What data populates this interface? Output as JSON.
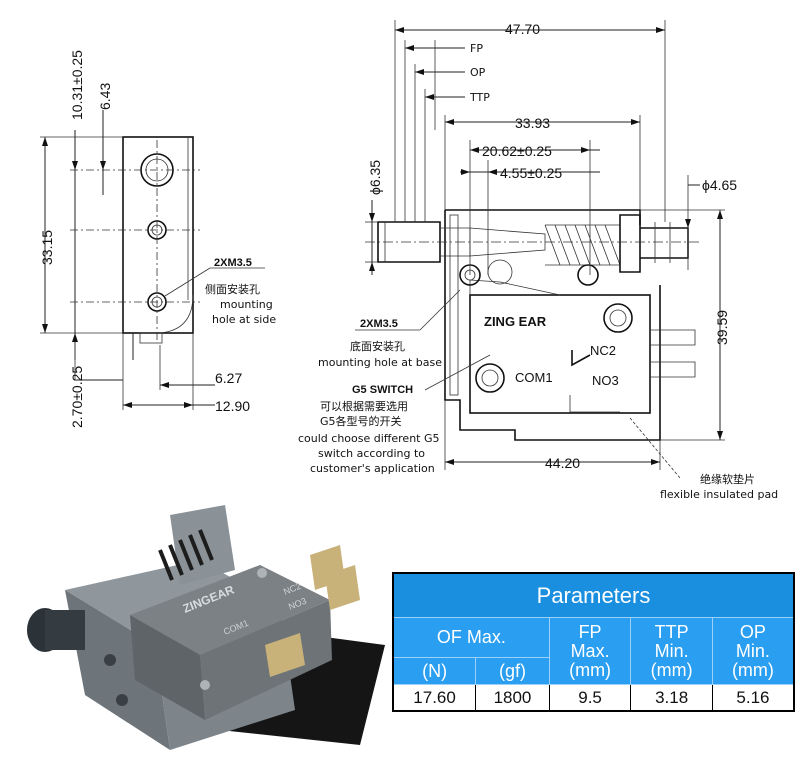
{
  "side_view": {
    "dim_top_total": "10.31±0.25",
    "dim_top_inner": "6.43",
    "dim_height": "33.15",
    "dim_bottom": "2.70±0.25",
    "dim_width_inner": "6.27",
    "dim_width_total": "12.90",
    "hole_label": "2XM3.5",
    "hole_label_cn": "侧面安装孔",
    "hole_label_en_1": "mounting",
    "hole_label_en_2": "hole at side"
  },
  "front_view": {
    "dim_total_length": "47.70",
    "fp": "FP",
    "op": "OP",
    "ttp": "TTP",
    "dim_33_93": "33.93",
    "dim_20_62": "20.62±0.25",
    "dim_4_55": "4.55±0.25",
    "dia_6_35": "ϕ6.35",
    "dia_4_65": "ϕ4.65",
    "dim_39_59": "39.59",
    "dim_44_20": "44.20",
    "brand": "ZING EAR",
    "nc": "NC2",
    "com": "COM1",
    "no": "NO3",
    "base_hole_label": "2XM3.5",
    "base_hole_cn": "底面安装孔",
    "base_hole_en": "mounting hole at base",
    "switch_label": "G5 SWITCH",
    "switch_note_cn_1": "可以根据需要选用",
    "switch_note_cn_2": "G5各型号的开关",
    "switch_note_en_1": "could choose different G5",
    "switch_note_en_2": "switch according to",
    "switch_note_en_3": "customer's application",
    "pad_cn": "绝缘软垫片",
    "pad_en": "flexible insulated pad"
  },
  "photo": {
    "brand": "ZINGEAR",
    "com": "COM1",
    "nc": "NC2",
    "no": "NO3"
  },
  "parameters": {
    "title": "Parameters",
    "of_max": "OF Max.",
    "fp": "FP",
    "fp_sub": "Max.",
    "ttp": "TTP",
    "ttp_sub": "Min.",
    "op": "OP",
    "op_sub": "Min.",
    "unit_n": "(N)",
    "unit_gf": "(gf)",
    "unit_mm": "(mm)",
    "values": [
      "17.60",
      "1800",
      "9.5",
      "3.18",
      "5.16"
    ]
  }
}
